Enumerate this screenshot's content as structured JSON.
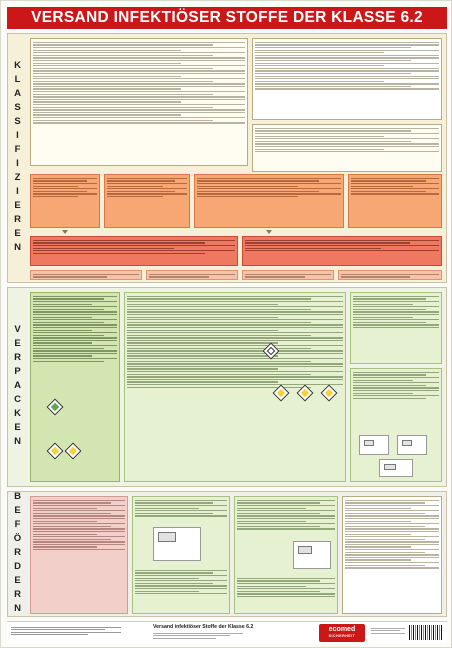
{
  "title": "VERSAND INFEKTIÖSER STOFFE DER KLASSE 6.2",
  "sections": {
    "klassifizieren": "KLASSIFIZIEREN",
    "verpacken": "VERPACKEN",
    "befoerdern": "BEFÖRDERN"
  },
  "footer": {
    "poster_title": "Versand infektiöser Stoffe der Klasse 6.2",
    "logo_main": "ecomed",
    "logo_sub": "SICHERHEIT"
  },
  "colors": {
    "brand_red": "#cc1719",
    "classify_bg": "#f6f0d8",
    "pack_bg": "#eef3e4",
    "transport_bg": "#f0f0ea"
  },
  "icons": {
    "hazard_label": "infectious-substance-diamond",
    "package": "package-box"
  }
}
